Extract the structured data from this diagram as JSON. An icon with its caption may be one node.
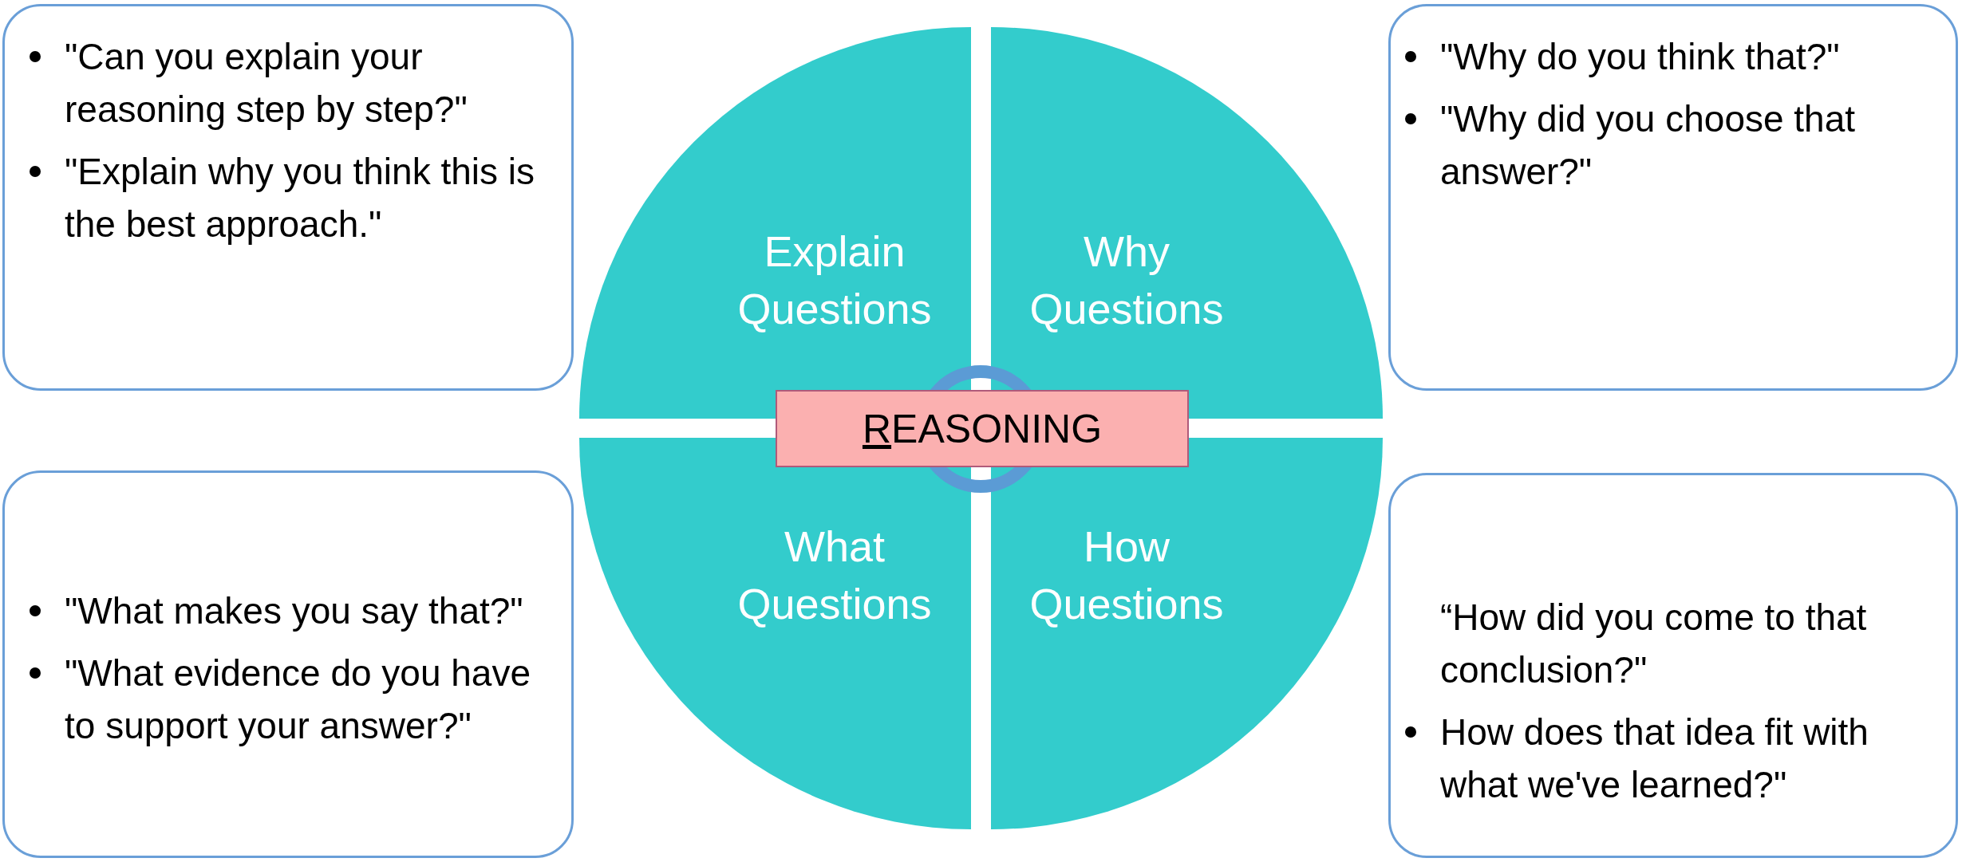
{
  "diagram": {
    "nodes": [
      {
        "text": [
          "\"Can you explain your reasoning step by step?\"",
          "\"Explain why you think this is the best approach.\""
        ]
      },
      {
        "text": [
          "\"Why do you think that?\"",
          "\"Why did you choose that answer?\""
        ]
      },
      {
        "text": [
          "Explain Questions"
        ]
      },
      {
        "text": [
          "Why Questions"
        ]
      },
      {
        "text": [
          "REASONING"
        ]
      },
      {
        "text": [
          "What Questions"
        ]
      },
      {
        "text": [
          "How Questions"
        ]
      },
      {
        "text": [
          "\"What makes you say that?\"",
          "\"What evidence do you have to support your answer?\""
        ]
      },
      {
        "text": [
          "“How did you come to that conclusion?\"",
          "How does that idea fit with what we've learned?\""
        ]
      }
    ]
  }
}
